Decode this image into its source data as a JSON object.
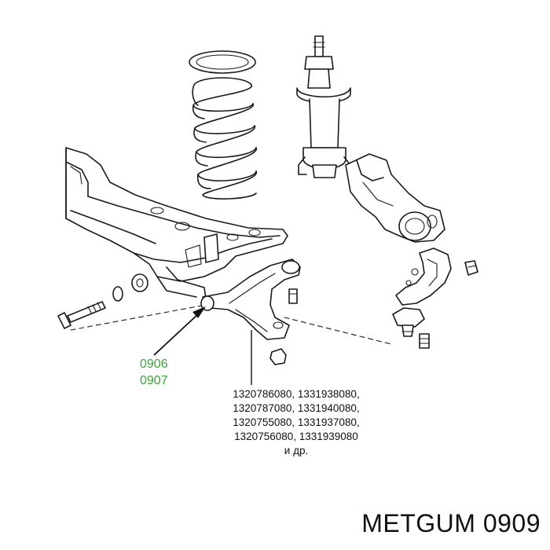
{
  "callout": {
    "codes": [
      "0906",
      "0907"
    ]
  },
  "part_numbers": [
    "1320786080, 1331938080,",
    "1320787080, 1331940080,",
    "1320755080, 1331937080,",
    "1320756080, 1331939080",
    "и др."
  ],
  "brand_label": "METGUM 0909",
  "colors": {
    "callout_text": "#3aa33a",
    "line_art": "#1a1a1a",
    "background": "#ffffff"
  }
}
